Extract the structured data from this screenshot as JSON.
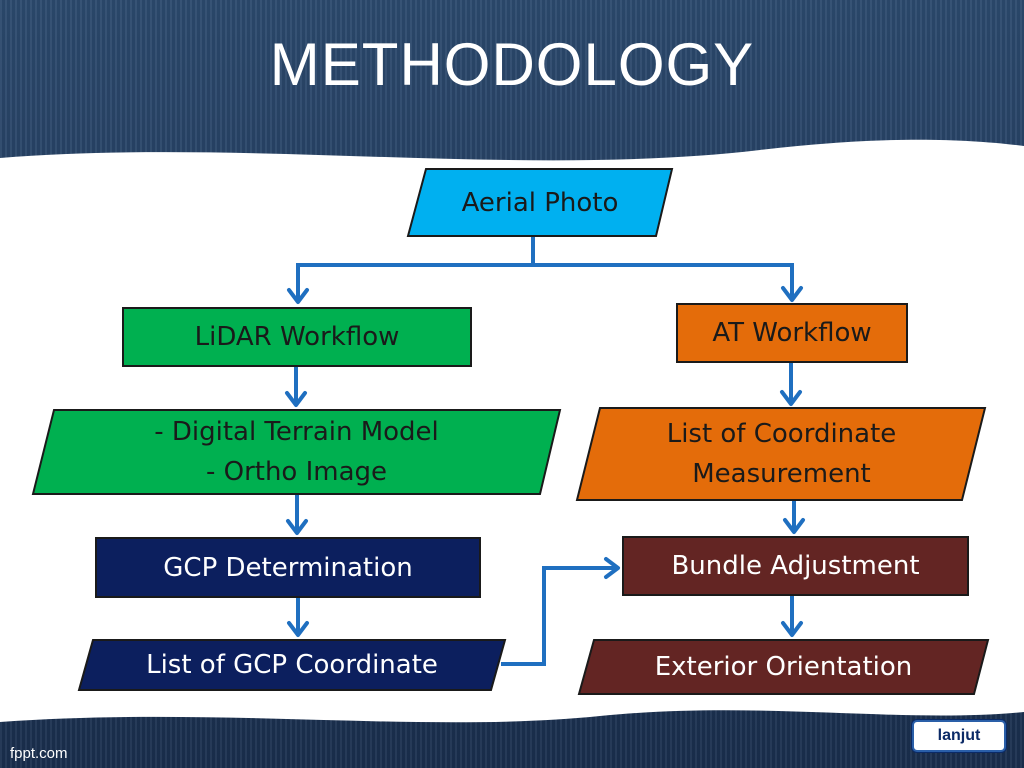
{
  "slide": {
    "title": "METHODOLOGY",
    "footer": "fppt.com",
    "next_button": "lanjut"
  },
  "diagram": {
    "nodes": {
      "aerial_photo": "Aerial Photo",
      "lidar_workflow": "LiDAR Workflow",
      "at_workflow": "AT Workflow",
      "dtm_ortho_line1": "- Digital Terrain Model",
      "dtm_ortho_line2": "- Ortho Image",
      "coord_meas_line1": "List of Coordinate",
      "coord_meas_line2": "Measurement",
      "gcp_determination": "GCP Determination",
      "bundle_adjustment": "Bundle Adjustment",
      "gcp_coordinate": "List of GCP Coordinate",
      "exterior_orientation": "Exterior Orientation"
    },
    "colors": {
      "aerial_photo": "#00b0f0",
      "lidar": "#00b050",
      "at": "#e46c0a",
      "gcp": "#0c1f5e",
      "bundle": "#632523",
      "connector": "#1f6fc0"
    }
  }
}
